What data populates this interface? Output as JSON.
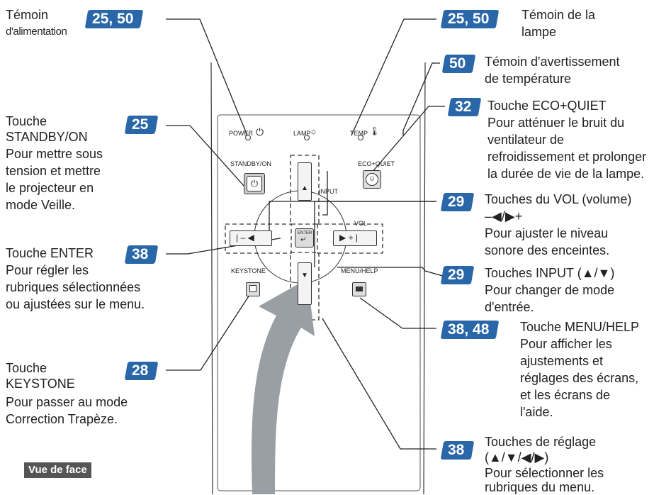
{
  "labels": {
    "power": [
      "Témoin",
      "d'alimentation"
    ],
    "lamp": [
      "Témoin de la",
      "lampe"
    ],
    "temp": [
      "Témoin d'avertissement",
      "de température"
    ],
    "eco": [
      "Touche ECO+QUIET",
      "Pour atténuer le bruit du",
      "ventilateur de",
      "refroidissement et prolonger",
      "la durée de vie de la lampe."
    ],
    "standby": [
      "Touche",
      "STANDBY/ON",
      "Pour mettre sous",
      "tension et mettre",
      "le projecteur en",
      "mode Veille."
    ],
    "vol": [
      "Touches du VOL (volume)",
      "–◀/▶+",
      "Pour ajuster le niveau",
      "sonore des enceintes."
    ],
    "enter": [
      "Touche ENTER",
      "Pour régler les",
      "rubriques sélectionnées",
      "ou ajustées sur le menu."
    ],
    "input": [
      "Touches INPUT (▲/▼)",
      "Pour changer de mode",
      "d'entrée."
    ],
    "menu": [
      "Touche MENU/HELP",
      "Pour afficher les",
      "ajustements et",
      "réglages des écrans,",
      "et les écrans de",
      "l'aide."
    ],
    "keystone": [
      "Touche",
      "KEYSTONE",
      "Pour passer au mode",
      "Correction Trapèze."
    ],
    "adjust": [
      "Touches de réglage",
      "(▲/▼/◀/▶)",
      "Pour sélectionner les",
      "rubriques du menu."
    ]
  },
  "badges": {
    "power": "25, 50",
    "lamp": "25, 50",
    "temp": "50",
    "eco": "32",
    "standby": "25",
    "vol": "29",
    "enter": "38",
    "input": "29",
    "menu": "38, 48",
    "keystone": "28",
    "adjust": "38"
  },
  "remote": {
    "power": "POWER",
    "lamp": "LAMP",
    "temp": "TEMP",
    "standby": "STANDBY/ON",
    "eco": "ECO+QUIET",
    "input": "INPUT",
    "vol": "VOL",
    "enter": "ENTER",
    "keystone": "KEYSTONE",
    "menu": "MENU/HELP"
  },
  "view_label": "Vue de face",
  "colors": {
    "badge": "#2a67a9",
    "arrow": "#9a9fa6"
  }
}
